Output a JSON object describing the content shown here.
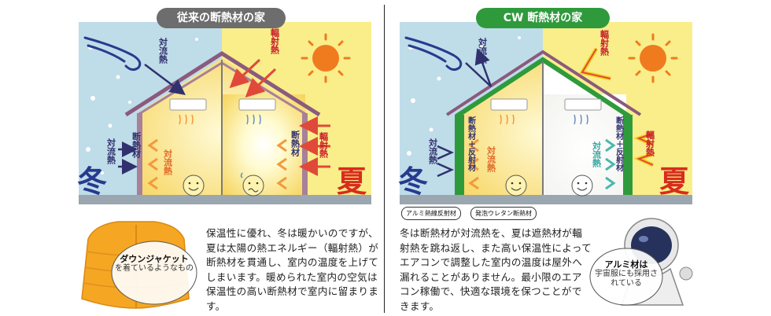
{
  "left_panel": {
    "title": "従来の断熱材の家",
    "winter_char": "冬",
    "summer_char": "夏",
    "convection_winter_roof": "対流熱",
    "radiant_roof": "輻射熱",
    "convection_winter_wall": "対流熱",
    "insulation_wall": "断熱材",
    "convection_inner": "対流熱",
    "insulation_wall_right": "断熱材",
    "radiant_wall": "輻射熱",
    "body_text": "保温性に優れ、冬は暖かいのですが、夏は太陽の熱エネルギー（輻射熱）が断熱材を貫通し、室内の温度を上げてしまいます。暖められた室内の空気は保温性の高い断熱材で室内に留まります。",
    "bubble_title": "ダウンジャケット",
    "bubble_sub": "を着ているようなもの"
  },
  "right_panel": {
    "title": "CW 断熱材の家",
    "winter_char": "冬",
    "summer_char": "夏",
    "convection_winter_roof": "対流熱",
    "radiant_roof": "輻射熱",
    "convection_winter_wall": "対流熱",
    "insulation_wall": "断熱材＋反射材",
    "convection_inner_left": "対流熱",
    "convection_inner_right": "対流熱",
    "insulation_wall_right": "断熱材＋反射材",
    "radiant_wall": "輻射熱",
    "tag_aluminum": "アルミ熱線反射材",
    "tag_foam": "発泡ウレタン断熱材",
    "body_text": "冬は断熱材が対流熱を、夏は遮熱材が輻射熱を跳ね返し、また高い保温性によってエアコンで調整した室内の温度は屋外へ漏れることがありません。最小限のエアコン稼働で、快適な環境を保つことができます。",
    "bubble_title": "アルミ材は",
    "bubble_sub": "宇宙服にも採用されている"
  },
  "colors": {
    "winter_sky": "#bfdce9",
    "summer_sky": "#f9ee8a",
    "roof": "#8b5a7e",
    "green_roof": "#2f9a3c",
    "arrow_blue": "#30316e",
    "arrow_red": "#e0493a",
    "arrow_orange": "#f29a3d",
    "arrow_teal": "#4bb8ad"
  }
}
